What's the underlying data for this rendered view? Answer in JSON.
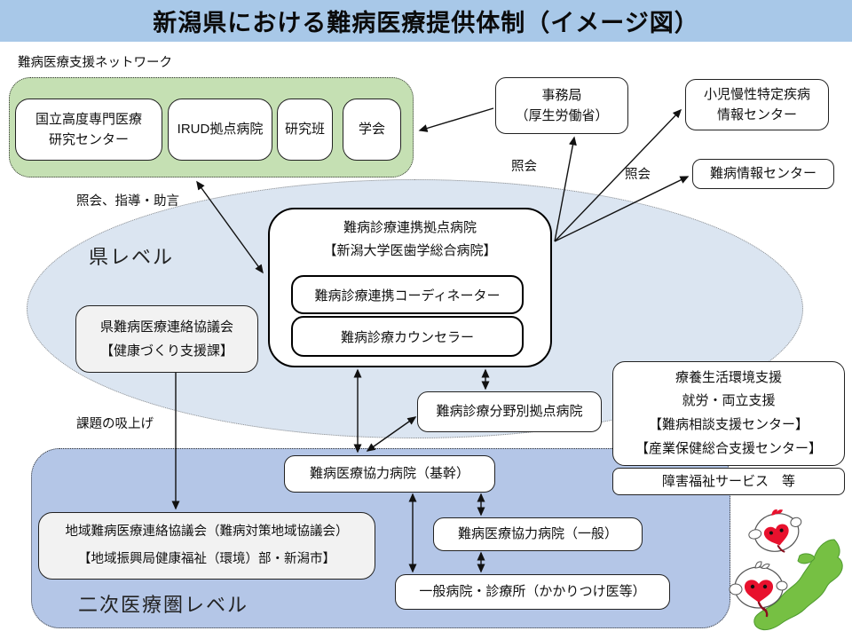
{
  "title": "新潟県における難病医療提供体制（イメージ図）",
  "colors": {
    "title_bar": "#A8C8E8",
    "network_green": "#C5E0B3",
    "pref_ellipse": "#DBE5F1",
    "secondary_area": "#B4C6E7",
    "gray_box": "#F2F2F2",
    "map_green": "#76C043",
    "mascot_red": "#E8112D"
  },
  "labels": {
    "network": "難病医療支援ネットワーク",
    "inquiry_guidance": "照会、指導・助言",
    "inquiry_left": "照会",
    "inquiry_right": "照会",
    "issue_collection": "課題の吸上げ",
    "pref_level": "県レベル",
    "secondary_level": "二次医療圏レベル"
  },
  "network_members": {
    "national_center": "国立高度専門医療\n研究センター",
    "irud": "IRUD拠点病院",
    "research_group": "研究班",
    "academic_society": "学会"
  },
  "boxes": {
    "secretariat": "事務局\n（厚生労働省）",
    "child_chronic_center": "小児慢性特定疾病\n情報センター",
    "nanbyo_info_center": "難病情報センター",
    "hub_hospital_title": "難病診療連携拠点病院\n【新潟大学医歯学総合病院】",
    "coordinator": "難病診療連携コーディネーター",
    "counselor": "難病診療カウンセラー",
    "pref_council": "県難病医療連絡協議会\n【健康づくり支援課】",
    "field_hub_hospital": "難病診療分野別拠点病院",
    "life_support": "療養生活環境支援\n就労・両立支援\n【難病相談支援センター】\n【産業保健総合支援センター】",
    "disability_welfare": "障害福祉サービス　等",
    "coop_hospital_core": "難病医療協力病院（基幹）",
    "coop_hospital_general": "難病医療協力病院（一般）",
    "general_hospital": "一般病院・診療所（かかりつけ医等）",
    "regional_council": "地域難病医療連絡協議会（難病対策地域協議会）\n【地域振興局健康福祉（環境）部・新潟市】"
  }
}
